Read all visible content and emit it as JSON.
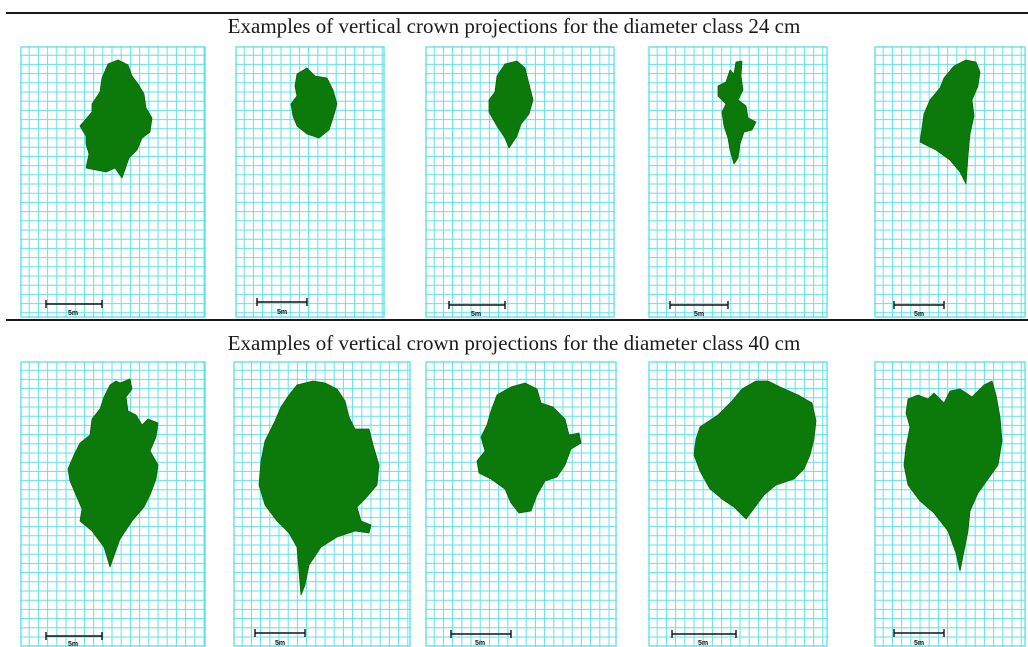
{
  "figure": {
    "row_24": {
      "caption": "Examples of vertical crown projections for the diameter class 24 cm"
    },
    "row_40": {
      "caption": "Examples of vertical crown projections for the diameter class 40 cm"
    },
    "scale_label": "5m",
    "colors": {
      "grid": "#5fe3ea",
      "crown": "#0b7a0b",
      "rule": "#1a1a1a"
    }
  }
}
